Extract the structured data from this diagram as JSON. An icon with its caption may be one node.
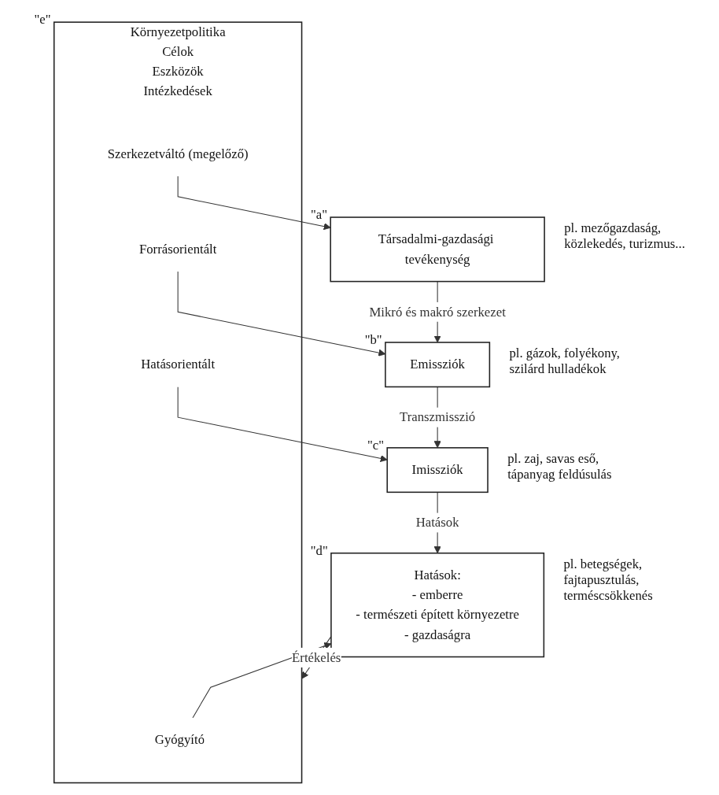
{
  "diagram": {
    "nodes": [
      {
        "text": [
          "Társadalmi-gazdasági tevékenység"
        ],
        "beside": [
          "\"a\"",
          "pl. mezőgazdaság, közlekedés, turizmus..."
        ]
      },
      {
        "text": [
          "Emissziók"
        ],
        "beside": [
          "\"b\"",
          "pl. gázok, folyékony, szilárd hulladékok"
        ]
      },
      {
        "text": [
          "Imissziók"
        ],
        "beside": [
          "\"c\"",
          "pl. zaj, savas eső, tápanyag feldúsulás"
        ]
      },
      {
        "text": [
          "Hatások:",
          "- emberre",
          "- természeti épített környezetre",
          "- gazdaságra"
        ],
        "beside": [
          "\"d\"",
          "pl. betegségek, fajtapusztulás, terméscsökkenés"
        ]
      },
      {
        "text": [
          "Környezetpolitika",
          "Célok",
          "Eszközök",
          "Intézkedések"
        ],
        "beside": [
          "\"e\""
        ]
      },
      {
        "text": [
          "Gyógyító"
        ],
        "in": 4
      },
      {
        "text": [
          "Hatásorientált"
        ],
        "in": 4
      },
      {
        "text": [
          "Forrásorientált"
        ],
        "in": 4
      },
      {
        "text": [
          "Szerkezetváltó (megelőző)"
        ],
        "in": 4
      }
    ],
    "edges": [
      {
        "from": 0,
        "to": 1,
        "arrow": "to",
        "label": "Mikró és makró szerkezet"
      },
      {
        "from": 1,
        "to": 2,
        "arrow": "to",
        "label": "Transzmisszió"
      },
      {
        "from": 2,
        "to": 3,
        "arrow": "to",
        "label": "Hatások"
      },
      {
        "from": 3,
        "to": 4,
        "arrow": "to",
        "label": "Értékelés"
      },
      {
        "from": 5,
        "to": 3,
        "arrow": "to"
      },
      {
        "from": 6,
        "to": 2,
        "arrow": "to"
      },
      {
        "from": 7,
        "to": 1,
        "arrow": "to"
      },
      {
        "from": 8,
        "to": 0,
        "arrow": "to"
      }
    ]
  }
}
